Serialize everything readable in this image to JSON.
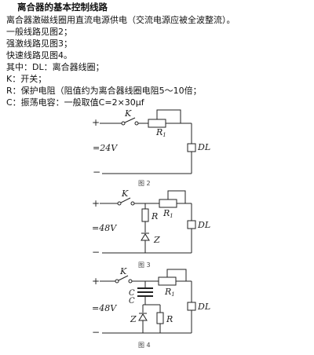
{
  "title": "离合器的基本控制线路",
  "lines": [
    "离合器激磁线圈用直流电源供电（交流电源应被全波整流）。",
    "一般线路见图2；",
    "强激线路见图3；",
    "快速线路见图4。",
    "其中：DL：离合器线圈；",
    "K：开关；",
    "R：保护电阻（阻值约为离合器线圈电阻5～10倍；",
    "C：振荡电容：一般取值C=2×30μf"
  ],
  "diagrams": [
    {
      "caption": "图 2",
      "plus": "+",
      "minus": "−",
      "switch": "K",
      "resistor": "R",
      "resistor_sub": "1",
      "voltage": "=24V",
      "coil": "DL"
    },
    {
      "caption": "图 3",
      "plus": "+",
      "minus": "−",
      "switch": "K",
      "resistor": "R",
      "resistor_sub": "1",
      "resistor2": "R",
      "diode": "Z",
      "voltage": "=48V",
      "coil": "DL"
    },
    {
      "caption": "图 4",
      "plus": "+",
      "minus": "−",
      "switch": "K",
      "resistor": "R",
      "resistor_sub": "1",
      "capacitor1": "C",
      "capacitor2": "C",
      "resistor2": "R",
      "diode": "Z",
      "voltage": "=48V",
      "coil": "DL"
    }
  ]
}
